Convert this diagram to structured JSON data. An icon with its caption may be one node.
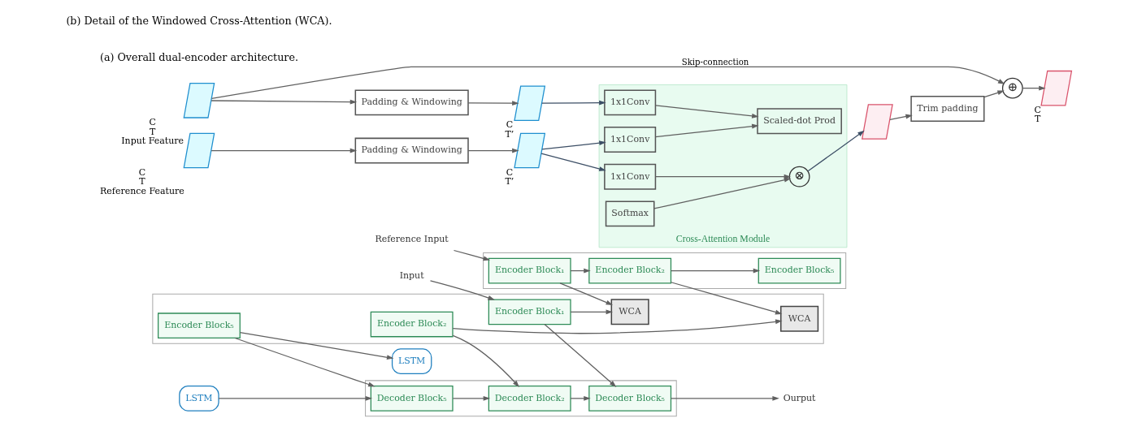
{
  "diagram": {
    "nodes": [
      {
        "text": [],
        "shape": "trapezoid"
      },
      {
        "text": [
          "Encoder Block₁"
        ],
        "in": 0
      },
      {
        "text": [
          "WCA"
        ],
        "in": 0
      },
      {
        "text": [
          "Encoder Block₂"
        ],
        "in": 0
      },
      {
        "text": [
          "WCA"
        ],
        "in": 0
      },
      {
        "text": [
          "Encoder Block₅"
        ],
        "in": 0
      },
      {
        "text": [
          "LSTM"
        ]
      },
      {
        "text": [
          "LSTM"
        ]
      },
      {
        "text": [],
        "shape": "trapezoid"
      },
      {
        "text": [
          "Decoder Block₅"
        ],
        "in": 8
      },
      {
        "text": [
          "Decoder Block₂"
        ],
        "in": 8
      },
      {
        "text": [
          "Decoder Block₅"
        ],
        "in": 8
      },
      {
        "text": [],
        "shape": "trapezoid"
      },
      {
        "text": [
          "Encoder Block₁"
        ],
        "in": 12
      },
      {
        "text": [
          "Encoder Block₂"
        ],
        "in": 12
      },
      {
        "text": [
          "Encoder Block₅"
        ],
        "in": 12
      },
      {
        "text": [
          "Input"
        ]
      },
      {
        "text": [
          "Ourput"
        ]
      },
      {
        "text": [
          "Reference Input"
        ]
      },
      {
        "text": [],
        "shape": "parallelogram",
        "beside": [
          "C",
          "T",
          "Input Feature"
        ]
      },
      {
        "text": [
          "Padding & Windowing"
        ]
      },
      {
        "text": [],
        "shape": "parallelogram",
        "beside": [
          "C",
          "T’"
        ]
      },
      {
        "text": [
          "Cross-Attention Module"
        ]
      },
      {
        "text": [
          "1x1Conv"
        ],
        "in": 22
      },
      {
        "text": [
          "1x1Conv"
        ],
        "in": 22
      },
      {
        "text": [
          "1x1Conv"
        ],
        "in": 22
      },
      {
        "text": [
          "Scaled-dot Prod"
        ],
        "in": 22
      },
      {
        "text": [
          "Softmax"
        ],
        "in": 22
      },
      {
        "text": [
          "⊗"
        ],
        "in": 22
      },
      {
        "text": [],
        "shape": "parallelogram",
        "beside": [
          "C",
          "T",
          "Reference Feature"
        ]
      },
      {
        "text": [
          "Padding & Windowing"
        ]
      },
      {
        "text": [],
        "shape": "parallelogram",
        "beside": [
          "C",
          "T’"
        ]
      },
      {
        "text": [],
        "shape": "parallelogram"
      },
      {
        "text": [
          "Trim padding"
        ]
      },
      {
        "text": [
          "⊕"
        ]
      },
      {
        "text": [],
        "shape": "parallelogram",
        "beside": [
          "C",
          "T"
        ]
      }
    ],
    "edges": [
      {
        "from": 16,
        "to": 1,
        "arrow": "to"
      },
      {
        "from": 1,
        "to": 2,
        "arrow": "to"
      },
      {
        "from": 3,
        "to": 4,
        "arrow": "to"
      },
      {
        "from": 5,
        "to": 6,
        "arrow": "to"
      },
      {
        "from": 7,
        "to": 9,
        "arrow": "to"
      },
      {
        "from": 9,
        "to": 10,
        "arrow": "to"
      },
      {
        "from": 10,
        "to": 11,
        "arrow": "to"
      },
      {
        "from": 11,
        "to": 17,
        "arrow": "to"
      },
      {
        "from": 1,
        "to": 11,
        "arrow": "to"
      },
      {
        "from": 3,
        "to": 10,
        "arrow": "to"
      },
      {
        "from": 5,
        "to": 9,
        "arrow": "to"
      },
      {
        "from": 18,
        "to": 13,
        "arrow": "to"
      },
      {
        "from": 13,
        "to": 14,
        "arrow": "to"
      },
      {
        "from": 14,
        "to": 15,
        "arrow": "to"
      },
      {
        "from": 13,
        "to": 2,
        "arrow": "to"
      },
      {
        "from": 14,
        "to": 4,
        "arrow": "to"
      },
      {
        "from": 19,
        "to": 20,
        "arrow": "to"
      },
      {
        "from": 20,
        "to": 21,
        "arrow": "to"
      },
      {
        "from": 21,
        "to": 23,
        "arrow": "to",
        "color": "#3d4f66"
      },
      {
        "from": 23,
        "to": 26,
        "arrow": "to"
      },
      {
        "from": 24,
        "to": 26,
        "arrow": "to"
      },
      {
        "from": 27,
        "to": 28,
        "arrow": "to"
      },
      {
        "from": 25,
        "to": 28,
        "arrow": "to"
      },
      {
        "from": 28,
        "to": 32,
        "arrow": "to",
        "color": "#3d4f66"
      },
      {
        "from": 32,
        "to": 33,
        "arrow": "to"
      },
      {
        "from": 33,
        "to": 34,
        "arrow": "to"
      },
      {
        "from": 34,
        "to": 35,
        "arrow": "to"
      },
      {
        "from": 19,
        "to": 34,
        "arrow": "to",
        "label": "Skip-connection"
      },
      {
        "from": 29,
        "to": 30,
        "arrow": "to"
      },
      {
        "from": 30,
        "to": 31,
        "arrow": "to"
      },
      {
        "from": 31,
        "to": 24,
        "arrow": "to",
        "color": "#3d4f66"
      },
      {
        "from": 31,
        "to": 25,
        "arrow": "to",
        "color": "#3d4f66"
      }
    ],
    "labels": [
      "(a) Overall dual-encoder architecture.",
      "(b) Detail of the Windowed Cross-Attention (WCA)."
    ]
  }
}
